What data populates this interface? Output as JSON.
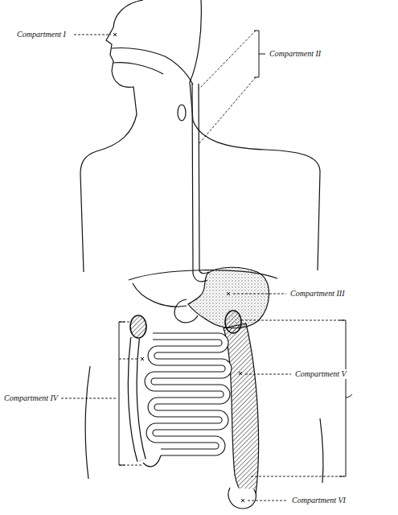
{
  "diagram": {
    "labels": [
      "Compartment I",
      "Compartment II",
      "Compartment III",
      "Compartment IV",
      "Compartment V",
      "Compartment VI"
    ]
  }
}
